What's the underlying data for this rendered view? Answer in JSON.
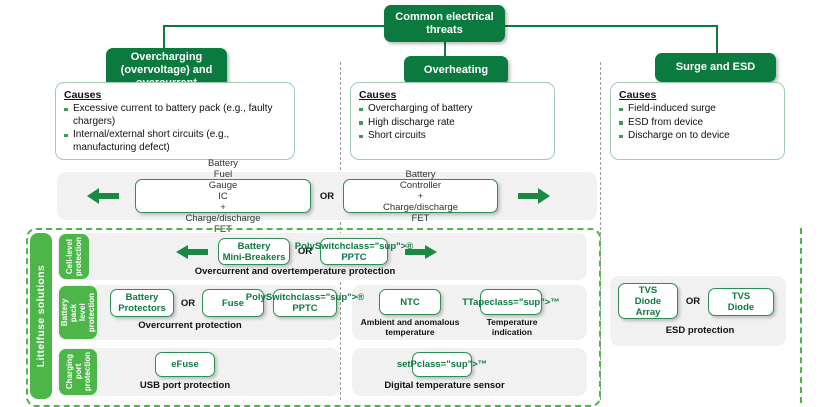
{
  "diagram": {
    "root": {
      "label": "Common electrical threats"
    },
    "threats": [
      {
        "id": "overcharging",
        "label": "Overcharging (overvoltage) and overcurrent",
        "causes_title": "Causes",
        "causes": [
          "Excessive current to battery pack (e.g., faulty chargers)",
          "Internal/external short circuits (e.g., manufacturing defect)"
        ]
      },
      {
        "id": "overheating",
        "label": "Overheating",
        "causes_title": "Causes",
        "causes": [
          "Overcharging of battery",
          "High discharge rate",
          "Short circuits"
        ]
      },
      {
        "id": "surge-esd",
        "label": "Surge and ESD",
        "causes_title": "Causes",
        "causes": [
          "Field-induced surge",
          "ESD from device",
          "Discharge on to device"
        ]
      }
    ],
    "control_row": {
      "left_chip": "Battery Fuel Gauge IC + Charge/discharge FET",
      "or_label": "OR",
      "right_chip": "Battery Controller + Charge/discharge FET"
    },
    "solutions": {
      "sidebar_label": "Littelfuse solutions",
      "rows": [
        {
          "id": "cell-level",
          "row_label": "Cell-level protection",
          "chips": [
            "Battery Mini-Breakers",
            "PolySwitch® PPTC"
          ],
          "or_label": "OR",
          "caption": "Overcurrent and overtemperature protection"
        },
        {
          "id": "battery-pack-level",
          "row_label": "Battery pack level protection",
          "left_group": {
            "chips": [
              "Battery Protectors",
              "Fuse",
              "PolySwitch® PPTC"
            ],
            "or_label": "OR",
            "caption": "Overcurrent protection"
          },
          "mid_group": {
            "items": [
              {
                "chip": "NTC",
                "caption": "Ambient and anomalous temperature"
              },
              {
                "chip": "TTape™",
                "caption": "Temperature indication"
              }
            ]
          }
        },
        {
          "id": "charging-port",
          "row_label": "Charging port protection",
          "left_group": {
            "chip": "eFuse",
            "caption": "USB port protection"
          },
          "mid_group": {
            "chip": "setP™",
            "caption": "Digital temperature sensor"
          }
        }
      ],
      "esd_group": {
        "chips": [
          "TVS Diode Array",
          "TVS Diode"
        ],
        "or_label": "OR",
        "caption": "ESD protection"
      }
    },
    "colors": {
      "dark_green": "#0b7a3f",
      "bright_green": "#4cb648",
      "chip_border": "#2f8f52",
      "strip_grey": "#f1f1f1",
      "panel_border": "#9ecdb0"
    }
  }
}
